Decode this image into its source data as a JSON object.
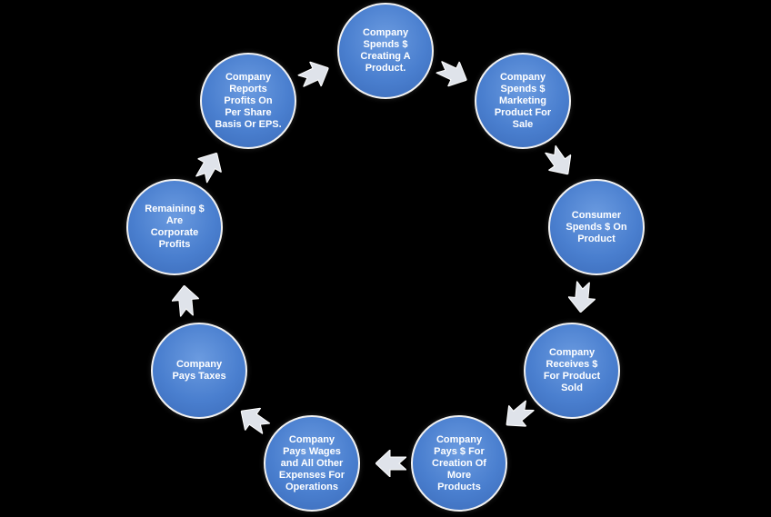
{
  "cycle": {
    "colors": {
      "background": "#000000",
      "node_fill": "#4a7fcf",
      "node_border": "#f2f2f2",
      "arrow_fill": "#dfe3ea"
    },
    "nodes": [
      {
        "label": "Company\nSpends $\nCreating A\nProduct."
      },
      {
        "label": "Company\nSpends $\nMarketing\nProduct For\nSale"
      },
      {
        "label": "Consumer\nSpends $ On\nProduct"
      },
      {
        "label": "Company\nReceives $\nFor Product\nSold"
      },
      {
        "label": "Company\nPays $ For\nCreation Of\nMore\nProducts"
      },
      {
        "label": "Company\nPays Wages\nand All Other\nExpenses For\nOperations"
      },
      {
        "label": "Company\nPays Taxes"
      },
      {
        "label": "Remaining $\nAre\nCorporate\nProfits"
      },
      {
        "label": "Company\nReports\nProfits On\nPer Share\nBasis Or EPS."
      }
    ],
    "arrow_icon": "chevron-arrow-icon"
  }
}
